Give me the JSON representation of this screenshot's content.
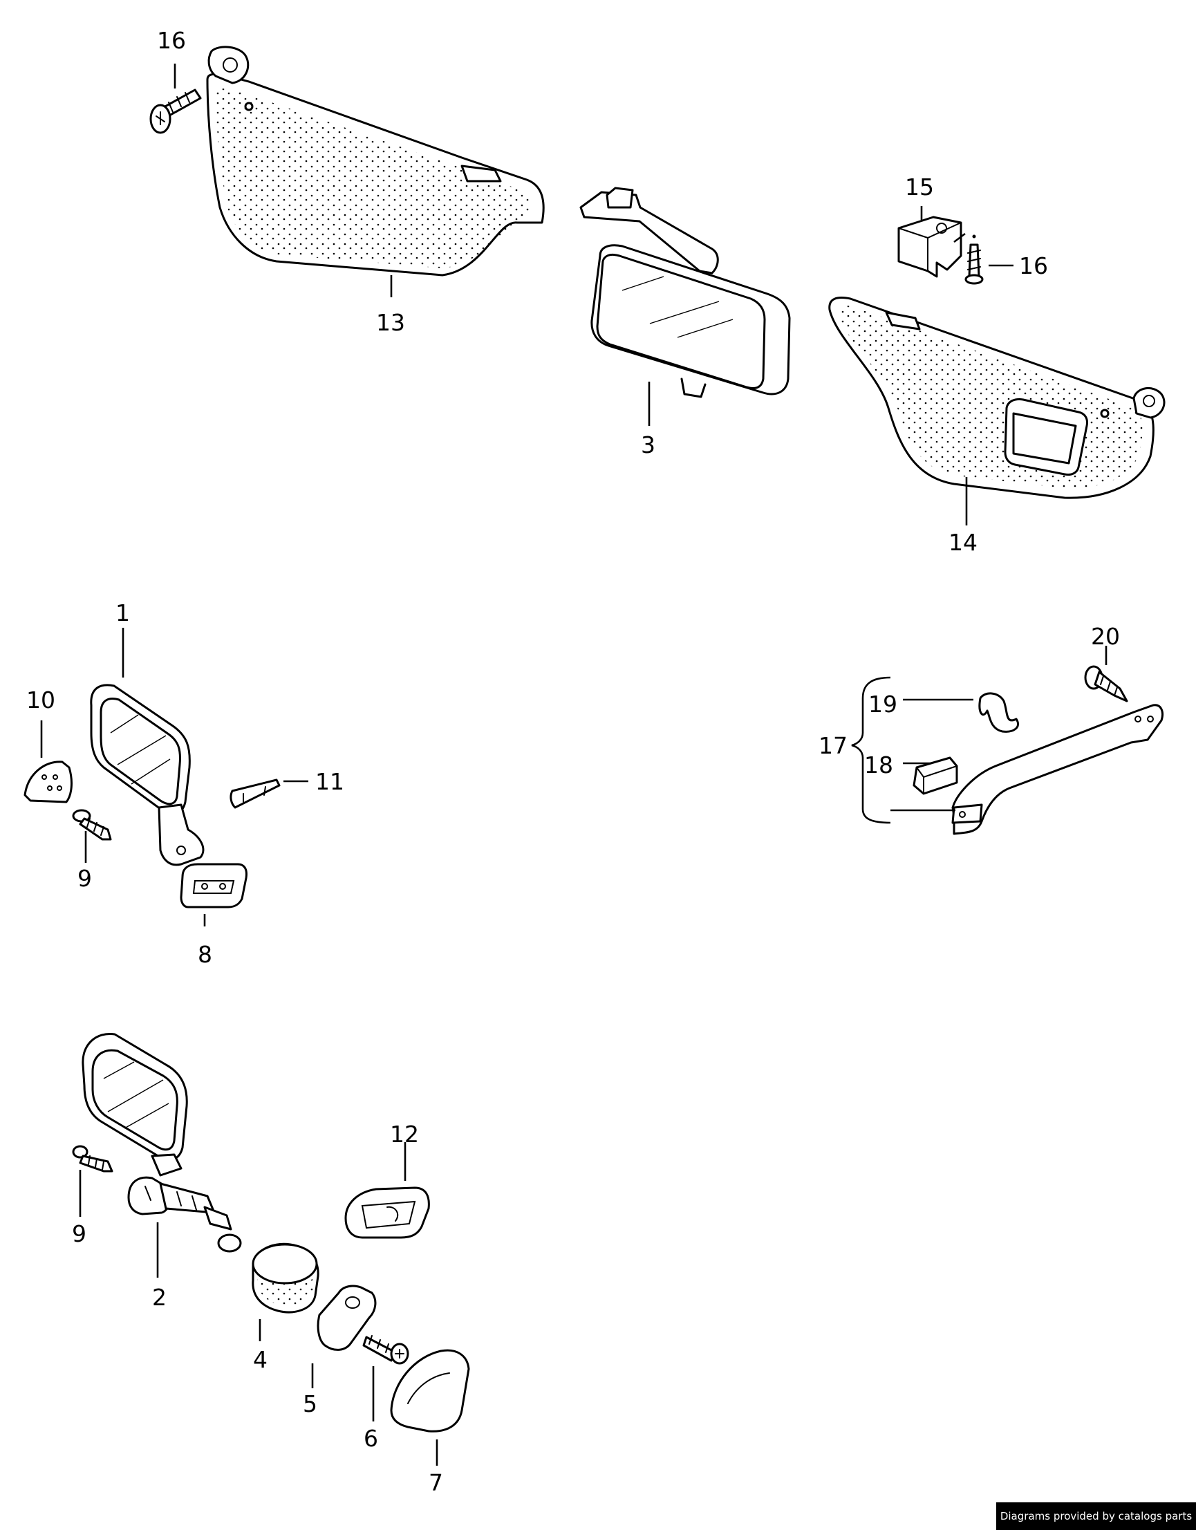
{
  "diagram": {
    "labels": {
      "l1": "1",
      "l2": "2",
      "l3": "3",
      "l4": "4",
      "l5": "5",
      "l6": "6",
      "l7": "7",
      "l8": "8",
      "l9a": "9",
      "l9b": "9",
      "l10": "10",
      "l11": "11",
      "l12": "12",
      "l13": "13",
      "l14": "14",
      "l15": "15",
      "l16a": "16",
      "l16b": "16",
      "l17": "17",
      "l18": "18",
      "l19": "19",
      "l20": "20"
    }
  },
  "footer": {
    "credit": "Diagrams provided by catalogs parts"
  }
}
